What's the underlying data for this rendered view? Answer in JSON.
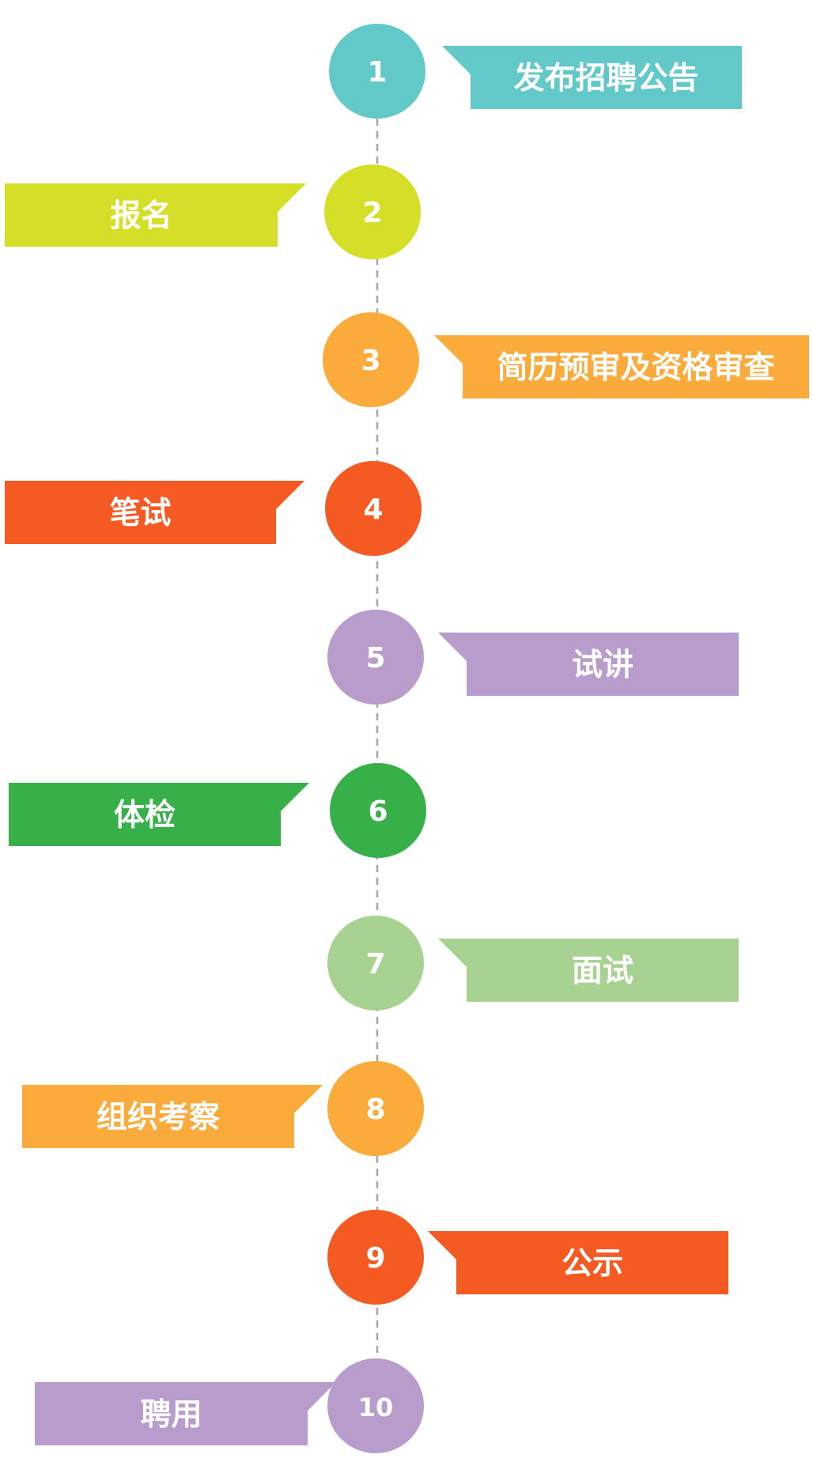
{
  "steps": [
    {
      "number": "1",
      "label": "发布招聘公告",
      "color": "#62c8c8"
    },
    {
      "number": "2",
      "label": "报名",
      "color": "#d5df28"
    },
    {
      "number": "3",
      "label": "简历预审及资格审查",
      "color": "#fbab3b"
    },
    {
      "number": "4",
      "label": "笔试",
      "color": "#f45a21"
    },
    {
      "number": "5",
      "label": "试讲",
      "color": "#b89ccc"
    },
    {
      "number": "6",
      "label": "体检",
      "color": "#38b04a"
    },
    {
      "number": "7",
      "label": "面试",
      "color": "#a8d291"
    },
    {
      "number": "8",
      "label": "组织考察",
      "color": "#fbab3b"
    },
    {
      "number": "9",
      "label": "公示",
      "color": "#f45a21"
    },
    {
      "number": "10",
      "label": "聘用",
      "color": "#b89ccc"
    }
  ],
  "connector_color": "#a6a6a6"
}
